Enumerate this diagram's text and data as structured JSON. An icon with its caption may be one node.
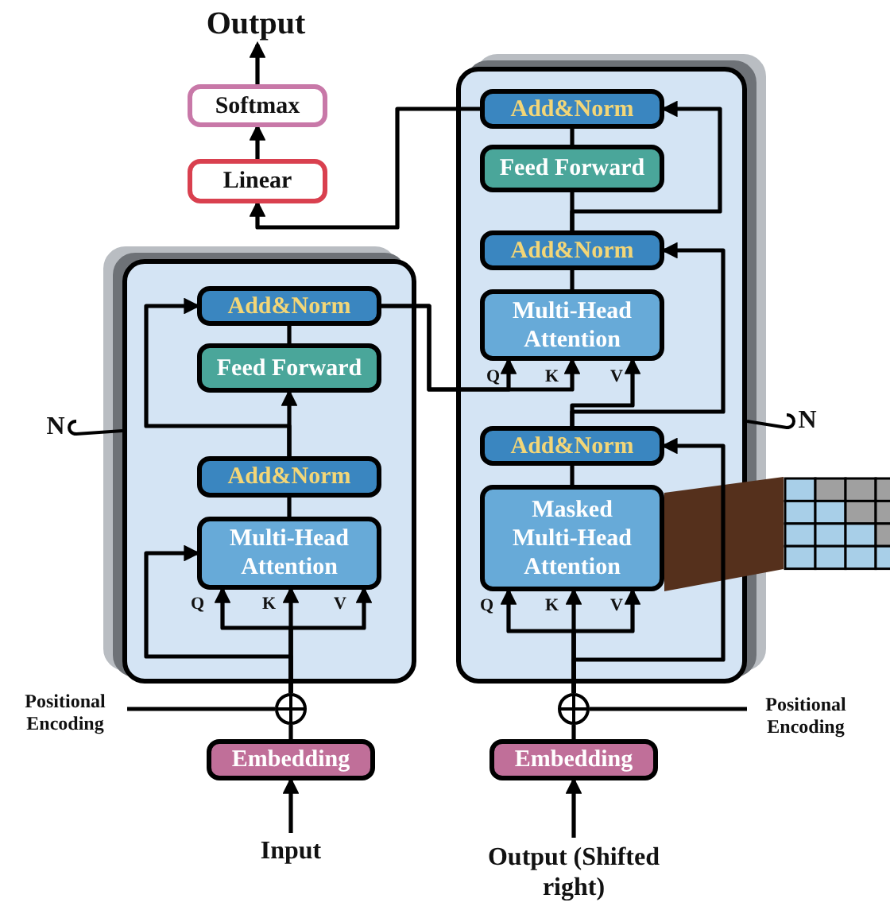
{
  "diagram": {
    "nodes": [
      {
        "text": [
          "Output"
        ]
      },
      {
        "text": [
          "Softmax"
        ]
      },
      {
        "text": [
          "Linear"
        ]
      },
      {
        "text": [],
        "shape": "box"
      },
      {
        "text": [
          "Add&Norm"
        ],
        "in": 3
      },
      {
        "text": [
          "Feed Forward"
        ],
        "in": 3
      },
      {
        "text": [
          "Add&Norm"
        ],
        "in": 3
      },
      {
        "text": [
          "Multi-Head Attention"
        ],
        "in": 3
      },
      {
        "text": [],
        "shape": "box"
      },
      {
        "text": [
          "Add&Norm"
        ],
        "in": 8
      },
      {
        "text": [
          "Feed Forward"
        ],
        "in": 8
      },
      {
        "text": [
          "Add&Norm"
        ],
        "in": 8
      },
      {
        "text": [
          "Multi-Head Attention"
        ],
        "in": 8
      },
      {
        "text": [
          "Add&Norm"
        ],
        "in": 8
      },
      {
        "text": [
          "Masked Multi-Head Attention"
        ],
        "in": 8
      },
      {
        "text": [
          "Positional Encoding"
        ]
      },
      {
        "text": [],
        "shape": "circle"
      },
      {
        "text": [
          "Embedding"
        ]
      },
      {
        "text": [
          "Input"
        ]
      },
      {
        "text": [],
        "shape": "circle"
      },
      {
        "text": [
          "Positional Encoding"
        ]
      },
      {
        "text": [
          "Embedding"
        ]
      },
      {
        "text": [
          "Output (Shifted right)"
        ]
      },
      {
        "text": [
          "N"
        ]
      },
      {
        "text": [
          "N"
        ]
      }
    ],
    "edges": [
      {
        "from": 1,
        "to": 0,
        "arrow": "to"
      },
      {
        "from": 2,
        "to": 1,
        "arrow": "to"
      },
      {
        "from": 9,
        "to": 2,
        "arrow": "to"
      },
      {
        "from": 4,
        "to": 12,
        "arrow": "to"
      },
      {
        "from": 4,
        "to": 12,
        "arrow": "to"
      },
      {
        "from": 5,
        "to": 4,
        "arrow": "none"
      },
      {
        "from": 6,
        "to": 5,
        "arrow": "to"
      },
      {
        "from": 6,
        "to": 4,
        "arrow": "to"
      },
      {
        "from": 7,
        "to": 6,
        "arrow": "none"
      },
      {
        "from": 16,
        "to": 7,
        "arrow": "to"
      },
      {
        "from": 16,
        "to": 7,
        "arrow": "to"
      },
      {
        "from": 16,
        "to": 7,
        "arrow": "to"
      },
      {
        "from": 16,
        "to": 7,
        "arrow": "to"
      },
      {
        "from": 17,
        "to": 16,
        "arrow": "none"
      },
      {
        "from": 15,
        "to": 16,
        "arrow": "none"
      },
      {
        "from": 18,
        "to": 17,
        "arrow": "to"
      },
      {
        "from": 22,
        "to": 21,
        "arrow": "to"
      },
      {
        "from": 21,
        "to": 19,
        "arrow": "none"
      },
      {
        "from": 20,
        "to": 19,
        "arrow": "none"
      },
      {
        "from": 19,
        "to": 13,
        "arrow": "to"
      },
      {
        "from": 19,
        "to": 14,
        "arrow": "to"
      },
      {
        "from": 19,
        "to": 14,
        "arrow": "to"
      },
      {
        "from": 19,
        "to": 14,
        "arrow": "to"
      },
      {
        "from": 14,
        "to": 13,
        "arrow": "none"
      },
      {
        "from": 13,
        "to": 12,
        "arrow": "to"
      },
      {
        "from": 13,
        "to": 11,
        "arrow": "to"
      },
      {
        "from": 12,
        "to": 11,
        "arrow": "none"
      },
      {
        "from": 11,
        "to": 10,
        "arrow": "none"
      },
      {
        "from": 11,
        "to": 9,
        "arrow": "to"
      },
      {
        "from": 10,
        "to": 9,
        "arrow": "none"
      },
      {
        "from": 23,
        "to": 3,
        "arrow": "none"
      },
      {
        "from": 24,
        "to": 8,
        "arrow": "none"
      }
    ],
    "labels": [
      "Q",
      "K",
      "V",
      "Q",
      "K",
      "V",
      "Q",
      "K",
      "V"
    ]
  }
}
